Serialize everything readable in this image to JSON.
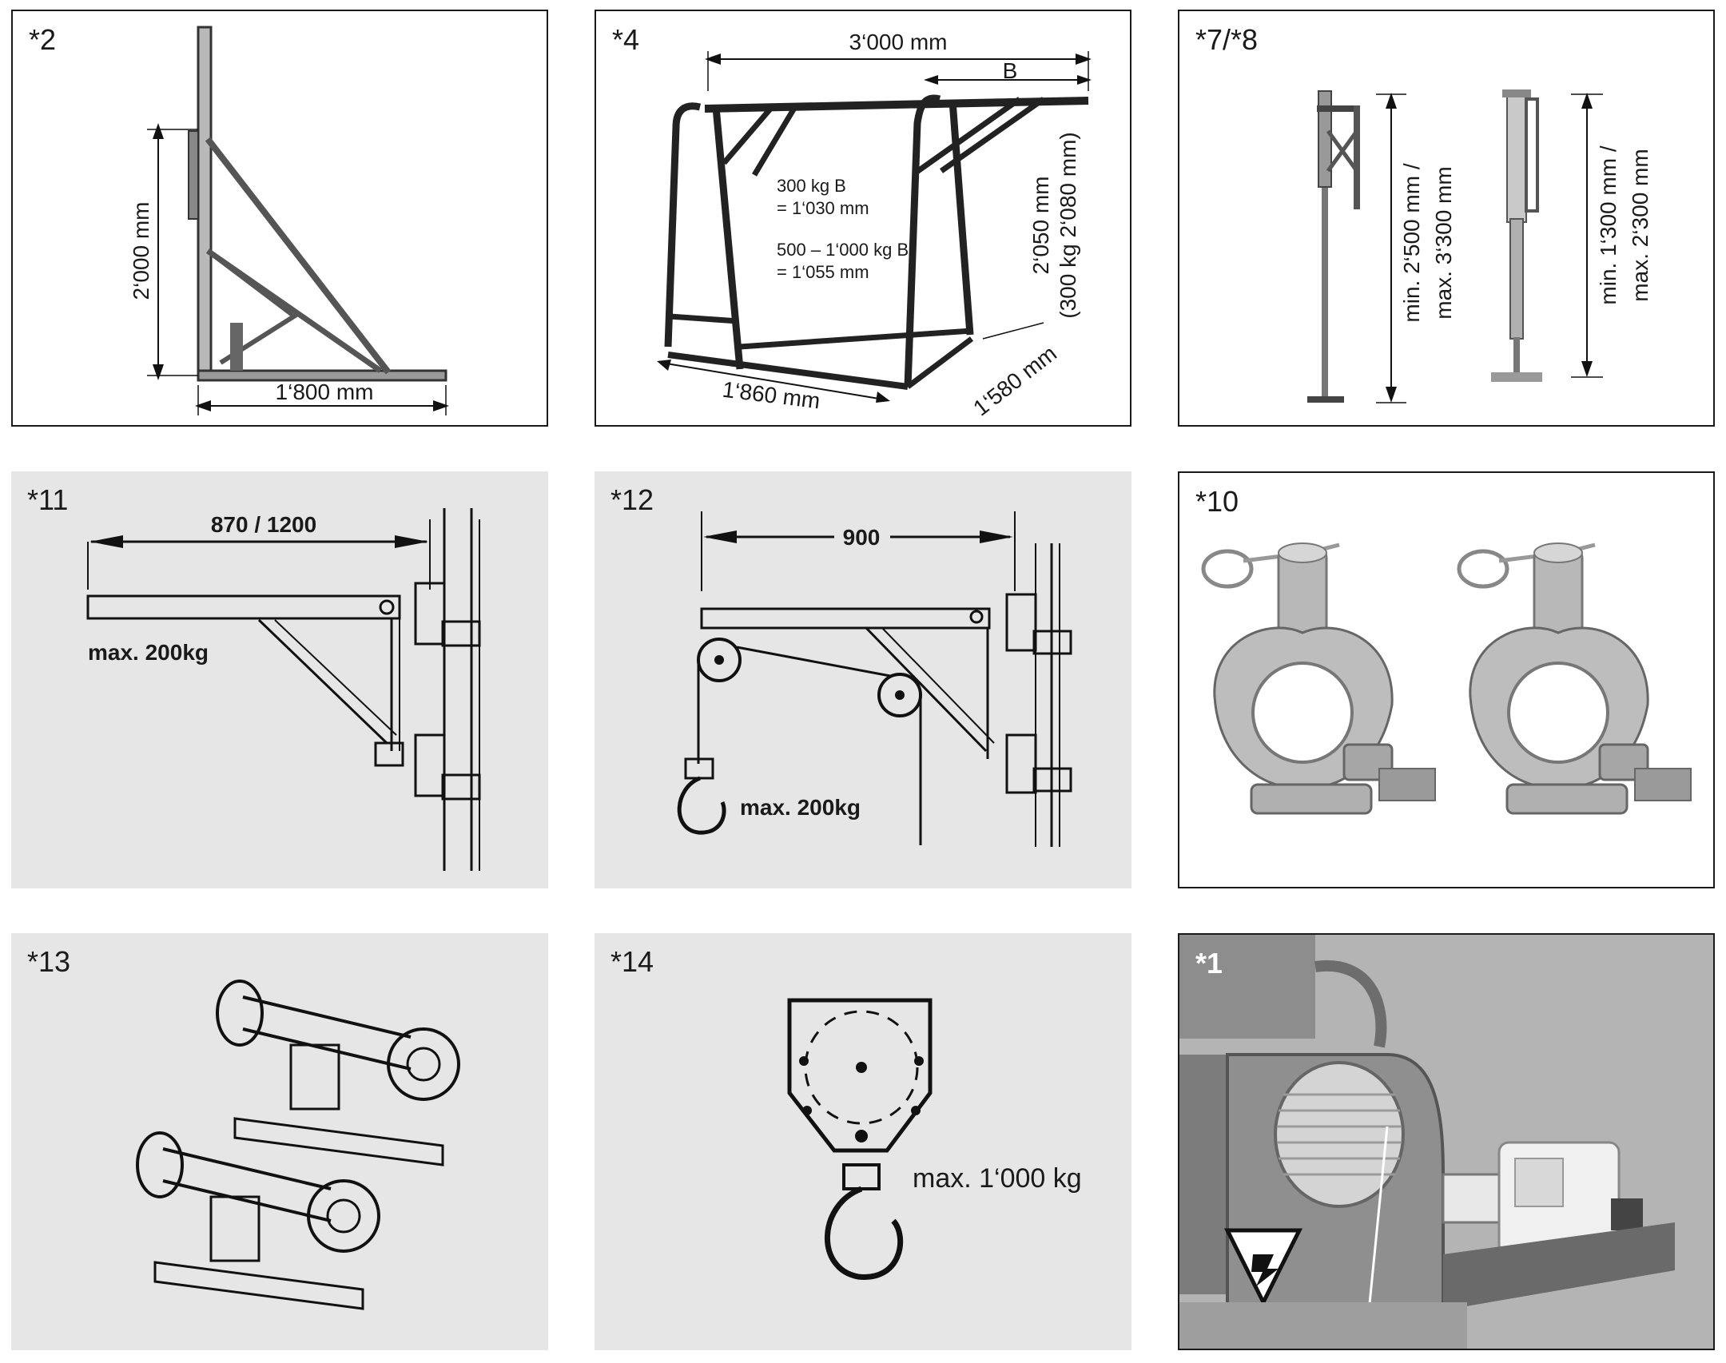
{
  "panels": {
    "p2": {
      "label": "*2",
      "height": "2‘000 mm",
      "width": "1‘800 mm"
    },
    "p4": {
      "label": "*4",
      "width_top": "3‘000 mm",
      "b_label": "B",
      "note1_a": "300 kg B",
      "note1_b": "= 1‘030 mm",
      "note2_a": "500 – 1‘000 kg B",
      "note2_b": "= 1‘055 mm",
      "height_a": "2‘050 mm",
      "height_b": "(300 kg 2‘080 mm)",
      "length": "1‘860 mm",
      "depth": "1‘580 mm"
    },
    "p78": {
      "label": "*7/*8",
      "left_a": "min. 2‘500 mm /",
      "left_b": "max. 3‘300 mm",
      "right_a": "min. 1‘300 mm /",
      "right_b": "max. 2‘300 mm"
    },
    "p11": {
      "label": "*11",
      "span": "870 / 1200",
      "load": "max. 200kg"
    },
    "p12": {
      "label": "*12",
      "span": "900",
      "load": "max. 200kg"
    },
    "p10": {
      "label": "*10"
    },
    "p13": {
      "label": "*13"
    },
    "p14": {
      "label": "*14",
      "load": "max. 1‘000 kg"
    },
    "p1": {
      "label": "*1"
    }
  },
  "colors": {
    "panel_grey": "#e6e6e6",
    "line": "#1a1a1a",
    "metal": "#a9a9a9"
  }
}
